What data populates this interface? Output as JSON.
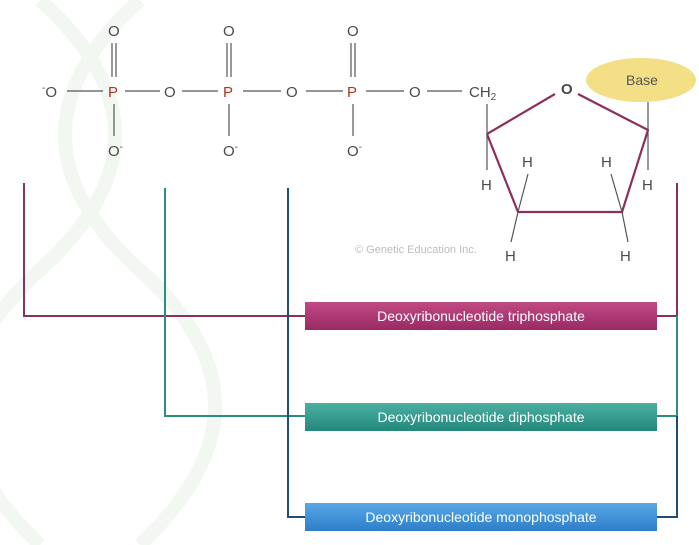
{
  "molecule": {
    "oxygen": "O",
    "phosphorus": "P",
    "charge": "-",
    "ch2_main": "CH",
    "ch2_sub": "2",
    "ring_oxygen": "O",
    "hydrogen": "H",
    "base": "Base"
  },
  "watermark": "© Genetic Education Inc.",
  "labels": {
    "triphosphate": "Deoxyribonucleotide triphosphate",
    "diphosphate": "Deoxyribonucleotide diphosphate",
    "monophosphate": "Deoxyribonucleotide monophosphate"
  },
  "colors": {
    "triphosphate": "#9a2a64",
    "diphosphate": "#23887b",
    "monophosphate": "#1f4d74",
    "phosphorus": "#b0341f",
    "base_fill": "#f3df86"
  }
}
